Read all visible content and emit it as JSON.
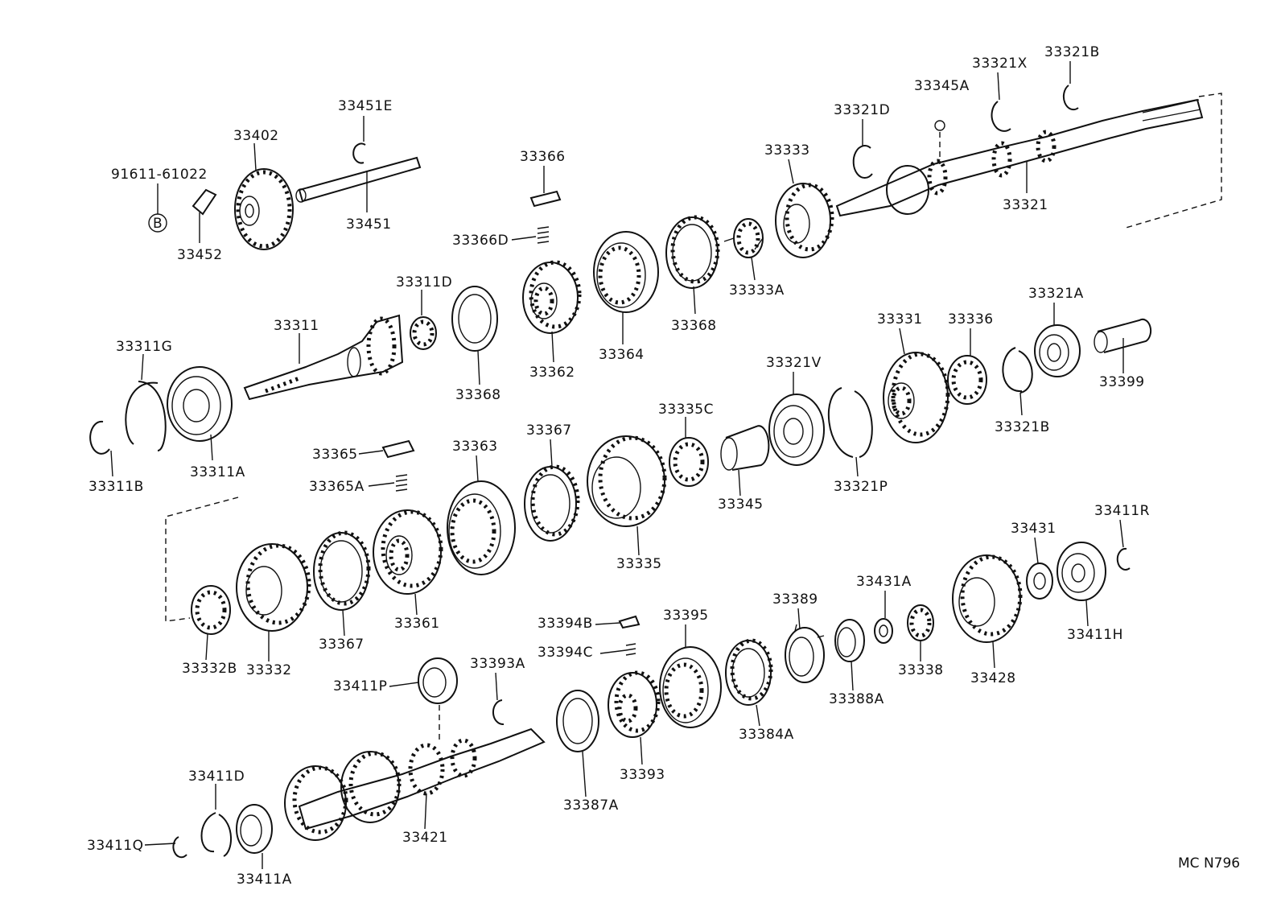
{
  "diagram_code": "MC N796",
  "circle_marker": "B",
  "parts": {
    "p91611_61022": "91611-61022",
    "p33452": "33452",
    "p33402": "33402",
    "p33451E": "33451E",
    "p33451": "33451",
    "p33366": "33366",
    "p33366D": "33366D",
    "p33333": "33333",
    "p33321D": "33321D",
    "p33345A": "33345A",
    "p33321X": "33321X",
    "p33321B_top": "33321B",
    "p33321": "33321",
    "p33333A": "33333A",
    "p33368_upper": "33368",
    "p33364": "33364",
    "p33362": "33362",
    "p33368_lower": "33368",
    "p33311D": "33311D",
    "p33311": "33311",
    "p33311G": "33311G",
    "p33311A": "33311A",
    "p33311B": "33311B",
    "p33331": "33331",
    "p33336": "33336",
    "p33321A": "33321A",
    "p33399": "33399",
    "p33321B_mid": "33321B",
    "p33321V": "33321V",
    "p33321P": "33321P",
    "p33335C": "33335C",
    "p33345": "33345",
    "p33335": "33335",
    "p33367_upper": "33367",
    "p33363": "33363",
    "p33365": "33365",
    "p33365A": "33365A",
    "p33361": "33361",
    "p33367_lower": "33367",
    "p33332": "33332",
    "p33332B": "33332B",
    "p33431": "33431",
    "p33411R": "33411R",
    "p33411H": "33411H",
    "p33428": "33428",
    "p33431A": "33431A",
    "p33338": "33338",
    "p33389": "33389",
    "p33388A": "33388A",
    "p33395": "33395",
    "p33384A": "33384A",
    "p33394B": "33394B",
    "p33394C": "33394C",
    "p33393": "33393",
    "p33387A": "33387A",
    "p33393A": "33393A",
    "p33411P": "33411P",
    "p33421": "33421",
    "p33411D": "33411D",
    "p33411Q": "33411Q",
    "p33411A": "33411A"
  }
}
